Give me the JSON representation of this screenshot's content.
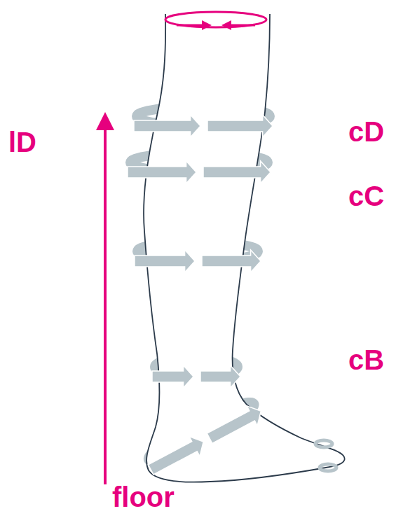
{
  "diagram": {
    "labels": [
      "lD",
      "cD",
      "cC",
      "cB",
      "floor"
    ]
  }
}
